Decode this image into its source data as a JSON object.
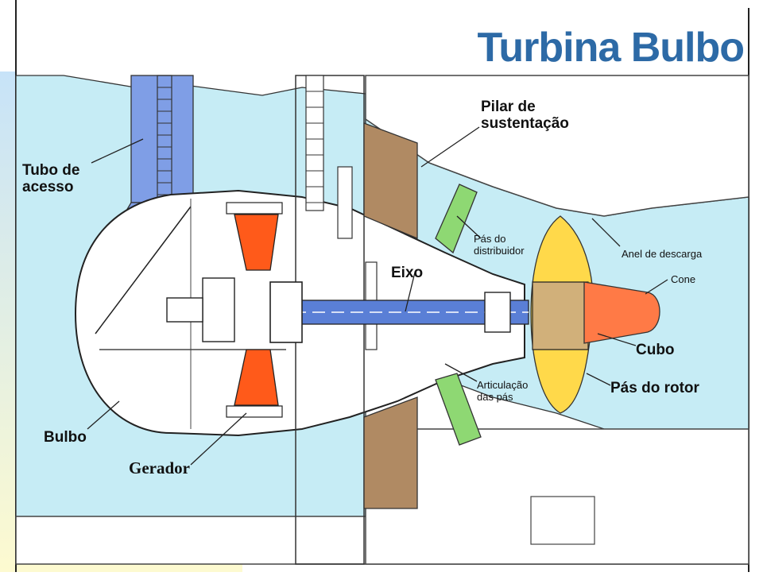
{
  "title": "Turbina Bulbo",
  "labels": {
    "tubo_de_acesso": "Tubo de\nacesso",
    "pilar_de_sustentacao": "Pilar de\nsustentação",
    "pas_do_distribuidor": "Pás do\ndistribuidor",
    "anel_de_descarga": "Anel de descarga",
    "cone": "Cone",
    "eixo": "Eixo",
    "cubo": "Cubo",
    "articulacao_das_pas": "Articulação\ndas pás",
    "pas_do_rotor": "Pás do rotor",
    "bulbo": "Bulbo",
    "gerador": "Gerador"
  },
  "colors": {
    "water": "#c6ecf5",
    "access_tube": "#7f9ee6",
    "generator": "#ff5a1a",
    "pillar": "#b08a63",
    "distributor": "#8ed873",
    "rotor": "#ffd94a",
    "cone": "#ff7a46",
    "shaft": "#5a7fd6",
    "title": "#2d6aa6"
  }
}
